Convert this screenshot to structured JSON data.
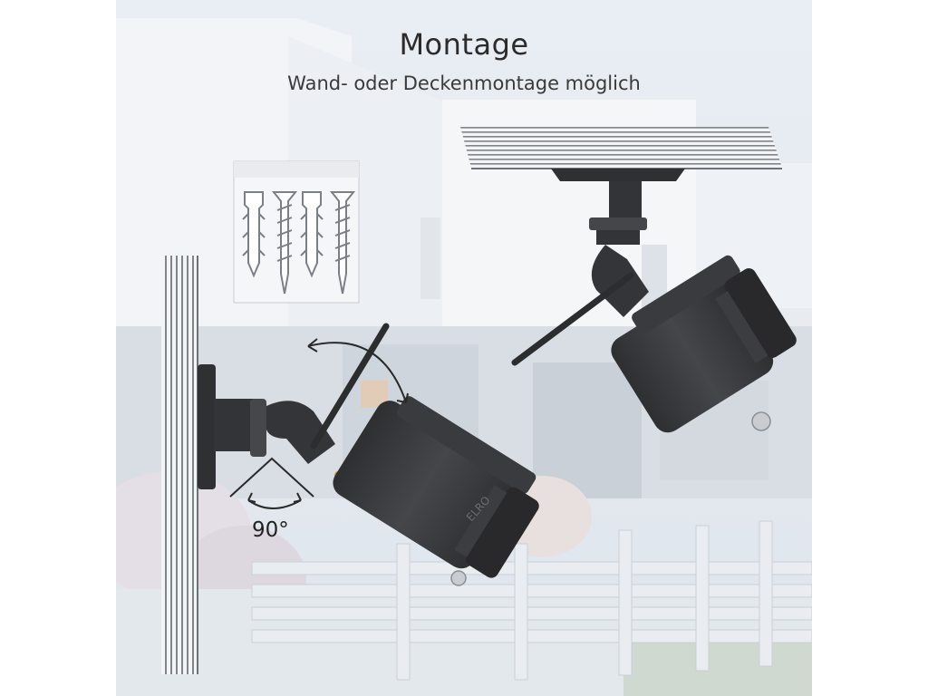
{
  "heading": {
    "title": "Montage",
    "subtitle": "Wand- oder Deckenmontage möglich"
  },
  "annotations": {
    "angle": "90°"
  },
  "logo_text": "ELRO",
  "colors": {
    "camera": "#3b3c3e",
    "camera_dark": "#2a2b2d",
    "mount_stripes": "#8a8f96",
    "background_tint": "#e6ebf1",
    "accent_gold": "#c8a040"
  },
  "icons": [
    "wall-plug-icon",
    "screw-icon",
    "rotate-arrow-icon",
    "angle-arrow-icon"
  ]
}
